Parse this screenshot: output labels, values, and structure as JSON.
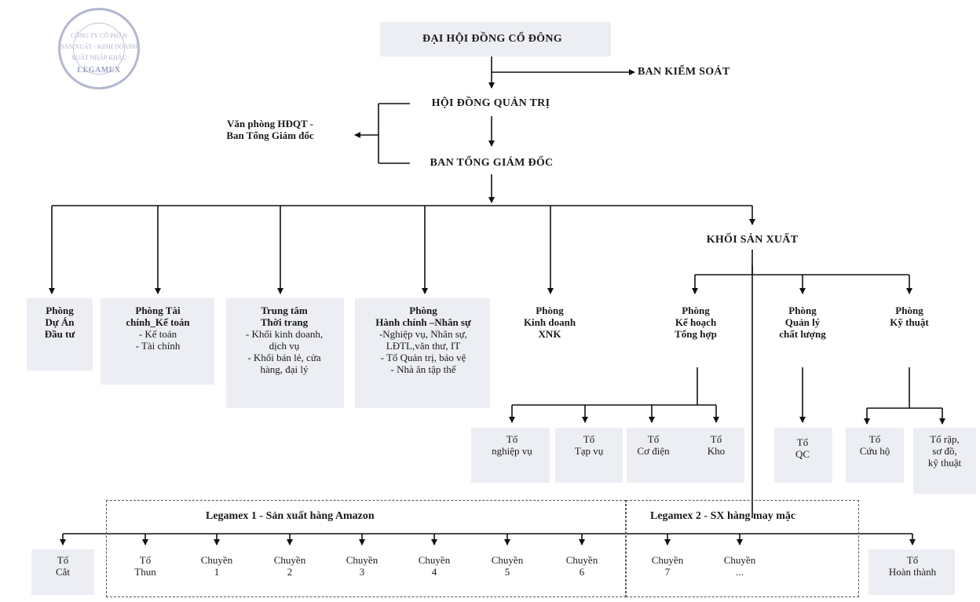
{
  "seal": {
    "name": "LEGAMEX",
    "line1": "CÔNG TY CỔ PHẦN",
    "line2": "SẢN XUẤT - KINH DOANH",
    "line3": "XUẤT NHẬP KHẨU"
  },
  "top": {
    "shareholders": "ĐẠI HỘI ĐỒNG CỔ ĐÔNG",
    "supervisory": "BAN KIỂM SOÁT",
    "board": "HỘI ĐỒNG QUẢN TRỊ",
    "office": [
      "Văn phòng HĐQT -",
      "Ban Tổng Giám đốc"
    ],
    "executive": "BAN TỔNG GIÁM ĐỐC",
    "production_block": "KHỐI SẢN XUẤT"
  },
  "departments": [
    {
      "title": [
        "Phòng",
        "Dự Án",
        "Đầu tư"
      ],
      "items": []
    },
    {
      "title": [
        "Phòng Tài",
        "chính_Kế toán"
      ],
      "items": [
        "- Kế toán",
        "- Tài chính"
      ]
    },
    {
      "title": [
        "Trung tâm",
        "Thời trang"
      ],
      "items": [
        "- Khối kinh doanh,",
        "dịch vụ",
        "- Khối bán lẻ, cửa",
        "hàng, đại lý"
      ]
    },
    {
      "title": [
        "Phòng",
        "Hành chính –Nhân sự"
      ],
      "items": [
        "-Nghiệp vụ, Nhân sự,",
        "LĐTL,văn thư, IT",
        "- Tổ Quản trị, bảo vệ",
        "- Nhà ăn tập thể"
      ]
    },
    {
      "title": [
        "Phòng",
        "Kinh doanh",
        "XNK"
      ],
      "items": []
    }
  ],
  "production_departments": [
    {
      "title": [
        "Phòng",
        "Kế hoạch",
        "Tổng hợp"
      ]
    },
    {
      "title": [
        "Phòng",
        "Quản lý",
        "chất lượng"
      ]
    },
    {
      "title": [
        "Phòng",
        "Kỹ thuật"
      ]
    }
  ],
  "teams": [
    {
      "lines": [
        "Tổ",
        "nghiệp vụ"
      ]
    },
    {
      "lines": [
        "Tổ",
        "Tạp vụ"
      ]
    },
    {
      "lines": [
        "Tổ",
        "Cơ điện"
      ]
    },
    {
      "lines": [
        "Tổ",
        "Kho"
      ]
    },
    {
      "lines": [
        "Tổ",
        "QC"
      ]
    },
    {
      "lines": [
        "Tổ",
        "Cứu hộ"
      ]
    },
    {
      "lines": [
        "Tổ rập,",
        "sơ đồ,",
        "kỹ thuật"
      ]
    }
  ],
  "groups": {
    "legamex1": "Legamex 1 - Sản xuất hàng Amazon",
    "legamex2": "Legamex 2 - SX hàng may mặc"
  },
  "lines": [
    {
      "lines": [
        "Tổ",
        "Cắt"
      ]
    },
    {
      "lines": [
        "Tổ",
        "Thun"
      ]
    },
    {
      "lines": [
        "Chuyền",
        "1"
      ]
    },
    {
      "lines": [
        "Chuyền",
        "2"
      ]
    },
    {
      "lines": [
        "Chuyền",
        "3"
      ]
    },
    {
      "lines": [
        "Chuyền",
        "4"
      ]
    },
    {
      "lines": [
        "Chuyền",
        "5"
      ]
    },
    {
      "lines": [
        "Chuyền",
        "6"
      ]
    },
    {
      "lines": [
        "Chuyền",
        "7"
      ]
    },
    {
      "lines": [
        "Chuyền",
        "..."
      ]
    },
    {
      "lines": [
        "Tổ",
        "Hoàn thành"
      ]
    }
  ]
}
